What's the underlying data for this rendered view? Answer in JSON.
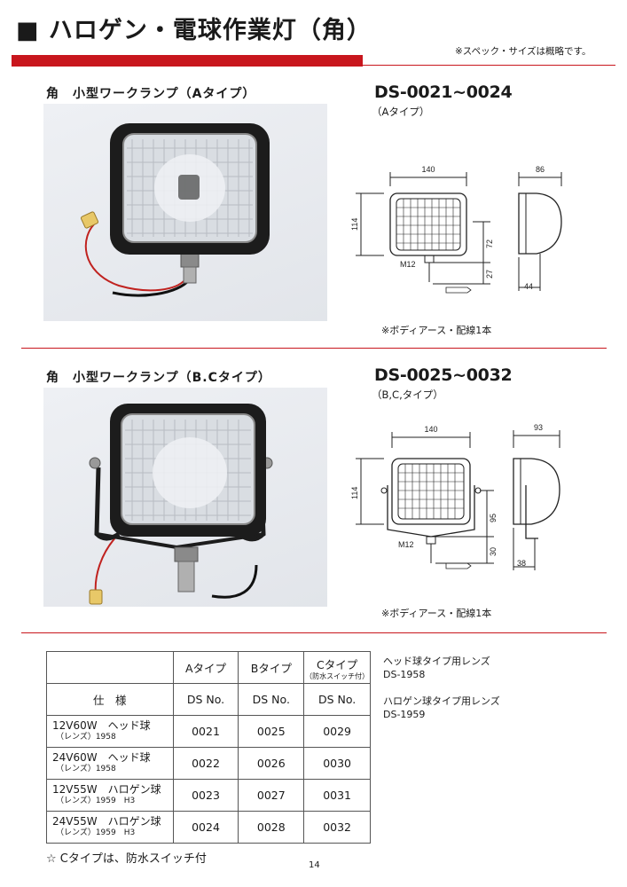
{
  "header": {
    "title": "■ ハロゲン・電球作業灯（角）",
    "note": "※スペック・サイズは概略です。"
  },
  "section_a": {
    "title": "角　小型ワークランプ（Aタイプ）",
    "model": "DS-0021~0024",
    "model_sub": "（Aタイプ）",
    "dims": {
      "width": "140",
      "depth": "86",
      "height": "114",
      "mount_h": "72",
      "bolt": "M12",
      "bolt_len": "27",
      "base": "44"
    },
    "note": "※ボディアース・配線1本"
  },
  "section_b": {
    "title": "角　小型ワークランプ（B.Cタイプ）",
    "model": "DS-0025~0032",
    "model_sub": "（B,C,タイプ）",
    "dims": {
      "width": "140",
      "depth": "93",
      "height": "114",
      "mount_h": "95",
      "bolt": "M12",
      "bolt_len": "30",
      "base": "38"
    },
    "note": "※ボディアース・配線1本"
  },
  "table": {
    "headers": [
      "Aタイプ",
      "Bタイプ",
      "Cタイプ"
    ],
    "c_note": "（防水スイッチ付）",
    "spec_label": "仕　様",
    "ds_label": "DS No.",
    "rows": [
      {
        "spec": "12V60W　ヘッド球",
        "sub": "（レンズ）1958",
        "a": "0021",
        "b": "0025",
        "c": "0029"
      },
      {
        "spec": "24V60W　ヘッド球",
        "sub": "（レンズ）1958",
        "a": "0022",
        "b": "0026",
        "c": "0030"
      },
      {
        "spec": "12V55W　ハロゲン球",
        "sub": "（レンズ）1959　H3",
        "a": "0023",
        "b": "0027",
        "c": "0031"
      },
      {
        "spec": "24V55W　ハロゲン球",
        "sub": "（レンズ）1959　H3",
        "a": "0024",
        "b": "0028",
        "c": "0032"
      }
    ]
  },
  "lens_info": {
    "head_label": "ヘッド球タイプ用レンズ",
    "head_no": "DS-1958",
    "halogen_label": "ハロゲン球タイプ用レンズ",
    "halogen_no": "DS-1959"
  },
  "footnote": "☆ Cタイプは、防水スイッチ付",
  "page_number": "14",
  "colors": {
    "accent": "#c8161d",
    "line": "#222222",
    "lamp_body": "#1c1c1c"
  }
}
